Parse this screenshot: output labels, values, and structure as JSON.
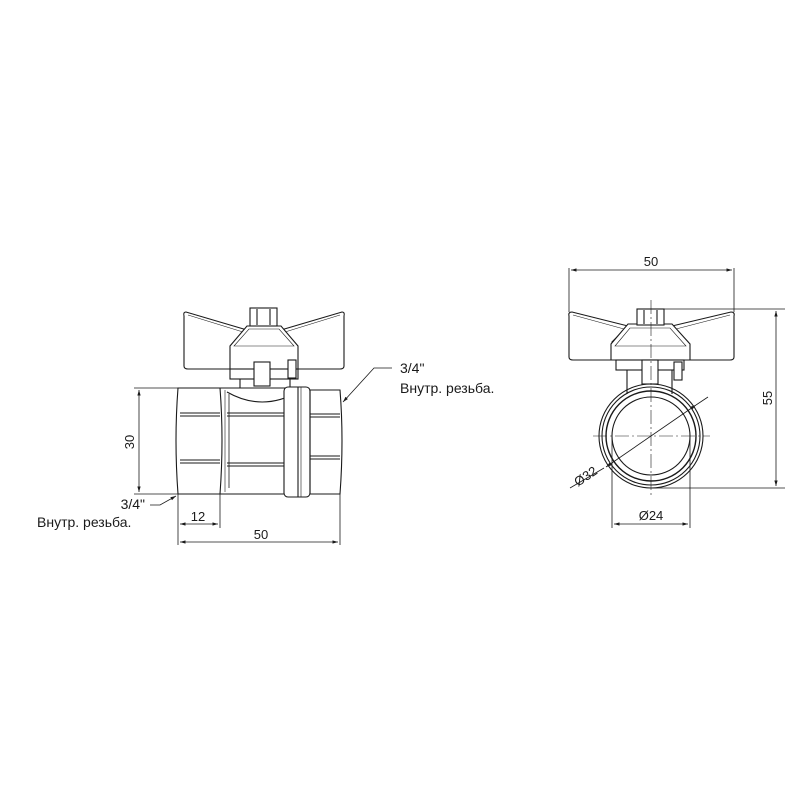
{
  "drawing": {
    "type": "ball-valve-technical-drawing",
    "line_color": "#1a1a1a",
    "background": "#ffffff"
  },
  "front_view": {
    "dimensions": {
      "height": "30",
      "thread_length": "12",
      "overall_length": "50"
    },
    "callout_right": {
      "size": "3/4\"",
      "description": "Внутр. резьба."
    },
    "callout_left": {
      "size": "3/4\"",
      "description": "Внутр. резьба."
    }
  },
  "side_view": {
    "dimensions": {
      "handle_width": "50",
      "overall_height": "55",
      "outer_diameter": "Ø32",
      "inner_diameter": "Ø24"
    }
  }
}
